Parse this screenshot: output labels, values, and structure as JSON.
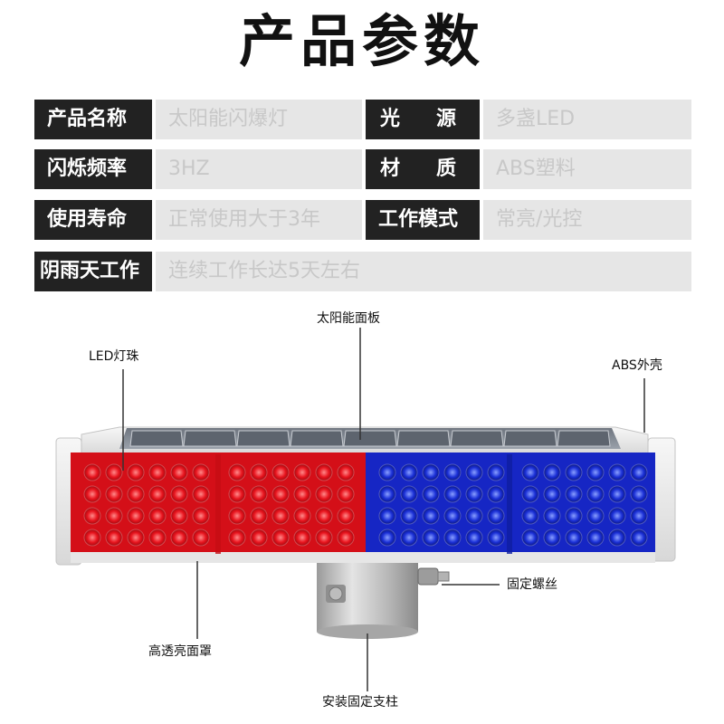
{
  "page": {
    "title": "产品参数"
  },
  "specs": {
    "row1": {
      "left_label": "产品名称",
      "left_value": "太阳能闪爆灯",
      "right_label_parts": [
        "光",
        "源"
      ],
      "right_value": "多盏LED"
    },
    "row2": {
      "left_label": "闪烁频率",
      "left_value": "3HZ",
      "right_label_parts": [
        "材",
        "质"
      ],
      "right_value": "ABS塑料"
    },
    "row3": {
      "left_label": "使用寿命",
      "left_value": "正常使用大于3年",
      "right_label": "工作模式",
      "right_value": "常亮/光控"
    },
    "row4": {
      "label": "阴雨天工作",
      "value": "连续工作长达5天左右"
    }
  },
  "diagram": {
    "callouts": {
      "solar_panel": "太阳能面板",
      "led_beads": "LED灯珠",
      "abs_shell": "ABS外壳",
      "fixing_screw": "固定螺丝",
      "lens_cover": "高透亮面罩",
      "mount_pole": "安装固定支柱"
    },
    "colors": {
      "red_led": "#e8141e",
      "blue_led": "#1a2fd6",
      "shell": "#ececec",
      "pole": "#c9c9c9"
    }
  }
}
